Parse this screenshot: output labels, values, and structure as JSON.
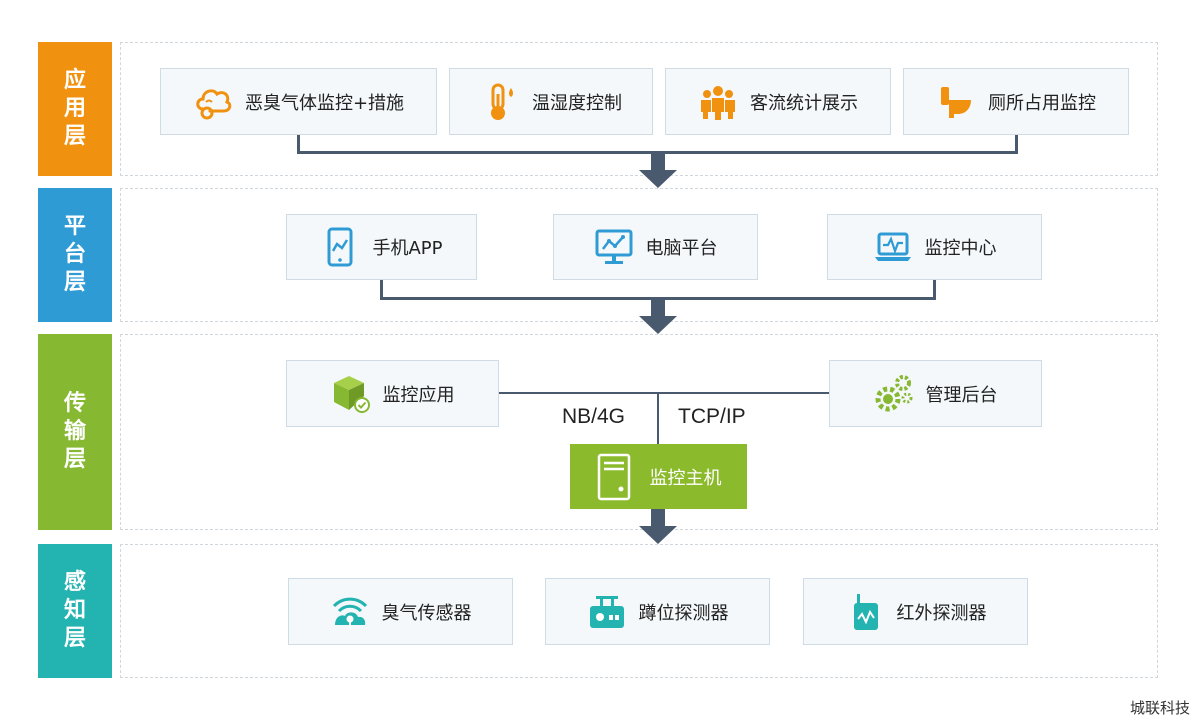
{
  "layers": {
    "app": {
      "label": [
        "应",
        "用",
        "层"
      ],
      "color": "#f0920f"
    },
    "platform": {
      "label": [
        "平",
        "台",
        "层"
      ],
      "color": "#2f9bd4"
    },
    "transport": {
      "label": [
        "传",
        "输",
        "层"
      ],
      "color": "#86b832"
    },
    "sensing": {
      "label": [
        "感",
        "知",
        "层"
      ],
      "color": "#23b3b0"
    }
  },
  "app_items": [
    {
      "label": "恶臭气体监控+措施",
      "icon": "odor-cloud-icon"
    },
    {
      "label": "温湿度控制",
      "icon": "thermometer-icon"
    },
    {
      "label": "客流统计展示",
      "icon": "people-group-icon"
    },
    {
      "label": "厕所占用监控",
      "icon": "toilet-icon"
    }
  ],
  "platform_items": [
    {
      "label": "手机APP",
      "icon": "smartphone-icon"
    },
    {
      "label": "电脑平台",
      "icon": "monitor-chart-icon"
    },
    {
      "label": "监控中心",
      "icon": "laptop-pulse-icon"
    }
  ],
  "transport_items": {
    "left": {
      "label": "监控应用",
      "icon": "cube-check-icon"
    },
    "right": {
      "label": "管理后台",
      "icon": "gears-icon"
    },
    "host": {
      "label": "监控主机",
      "icon": "server-icon"
    },
    "protocol_left": "NB/4G",
    "protocol_right": "TCP/IP"
  },
  "sensing_items": [
    {
      "label": "臭气传感器",
      "icon": "wireless-sensor-icon"
    },
    {
      "label": "蹲位探测器",
      "icon": "radio-detector-icon"
    },
    {
      "label": "红外探测器",
      "icon": "infrared-detector-icon"
    }
  ],
  "colors": {
    "connector": "#4a5a6e",
    "orange_icon": "#f0920f",
    "blue_icon": "#2f9bd4",
    "green_icon": "#86b832",
    "teal_icon": "#23b3b0"
  },
  "watermark": "城联科技"
}
